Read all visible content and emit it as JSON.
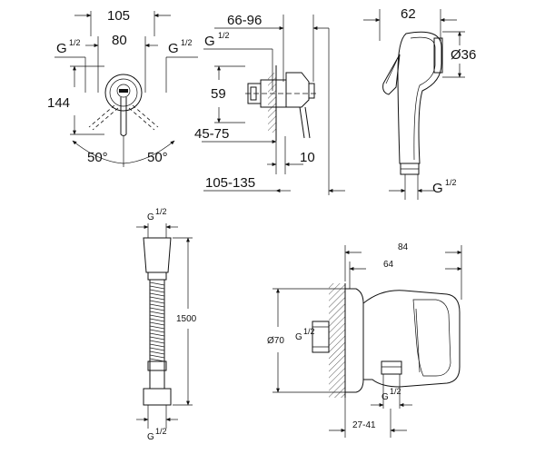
{
  "labels": {
    "valve_width": "105",
    "valve_spacing": "80",
    "thread_left_g": "G",
    "thread_left_frac": "1/2",
    "thread_right_g": "G",
    "thread_right_frac": "1/2",
    "valve_height": "144",
    "angle_left": "50°",
    "angle_right": "50°",
    "side_depth_range": "66-96",
    "side_thread_g": "G",
    "side_thread_frac": "1/2",
    "side_height": "59",
    "side_wall_range": "45-75",
    "side_plate": "10",
    "side_total_range": "105-135",
    "spray_width": "62",
    "spray_diameter": "Ø36",
    "spray_thread_g": "G",
    "spray_thread_frac": "1/2",
    "hose_top_g": "G",
    "hose_top_frac": "1/2",
    "hose_length": "1500",
    "hose_bottom_g": "G",
    "hose_bottom_frac": "1/2",
    "elbow_total": "84",
    "elbow_body": "64",
    "elbow_diameter": "Ø70",
    "elbow_inlet_g": "G",
    "elbow_inlet_frac": "1/2",
    "elbow_outlet_g": "G",
    "elbow_outlet_frac": "1/2",
    "elbow_depth_range": "27-41"
  }
}
